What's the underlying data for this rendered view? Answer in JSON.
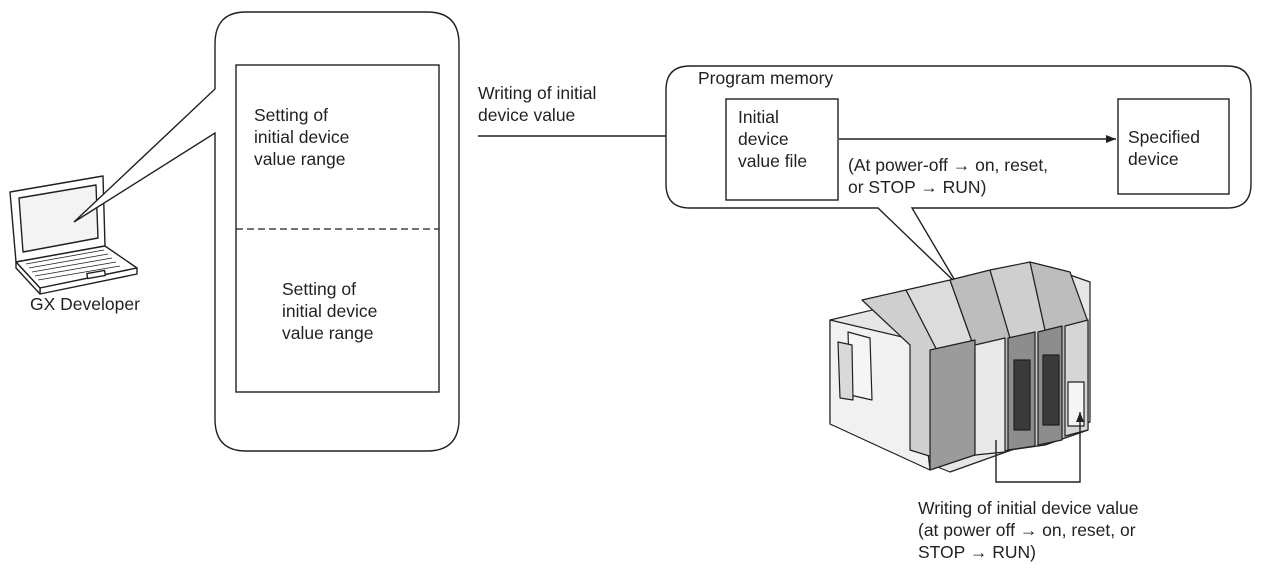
{
  "pc": {
    "label": "GX Developer"
  },
  "settings_panel": {
    "upper_text": "Setting of\ninitial device\nvalue range",
    "lower_text": "Setting of\ninitial device\nvalue range"
  },
  "write_arrow": {
    "label": "Writing of initial\ndevice value"
  },
  "program_memory": {
    "title": "Program memory",
    "file_box": "Initial\ndevice\nvalue file",
    "target_box": "Specified\ndevice",
    "condition": "(At power-off → on,  reset,\nor STOP → RUN)"
  },
  "plc": {
    "caption": "Writing of initial device value\n(at power off → on, reset, or\nSTOP → RUN)"
  }
}
